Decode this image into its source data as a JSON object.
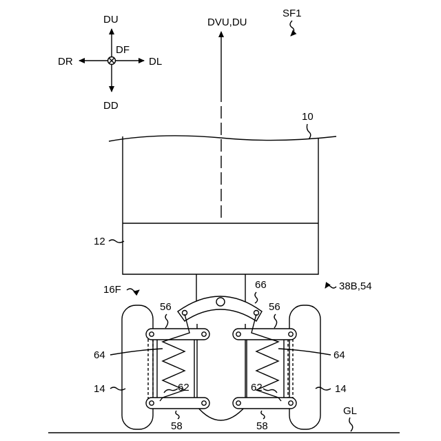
{
  "figure_label": "SF1",
  "direction_indicator": {
    "up": "DU",
    "down": "DD",
    "left": "DR",
    "right": "DL",
    "into_page": "DF"
  },
  "vertical_axis_label": "DVU,DU",
  "labels": {
    "body": "10",
    "lower_body": "12",
    "wheel_left": "14",
    "wheel_right": "14",
    "suspension": "16F",
    "assembly": "38B,54",
    "upper_link_left": "56",
    "upper_link_right": "56",
    "lower_link_left": "58",
    "lower_link_right": "58",
    "spring_left": "62",
    "spring_right": "62",
    "damper_left": "64",
    "damper_right": "64",
    "rocker": "66",
    "ground": "GL"
  }
}
